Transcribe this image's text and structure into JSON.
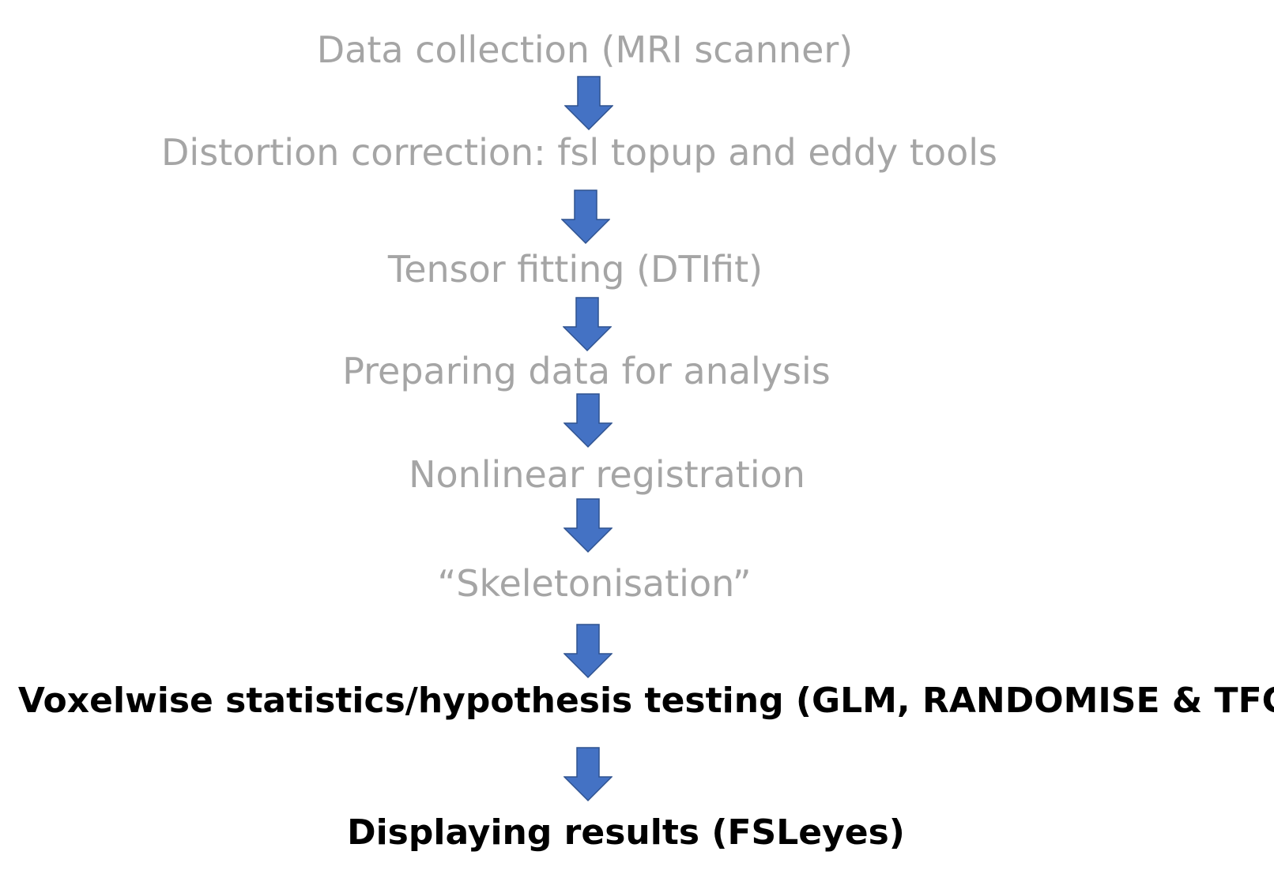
{
  "pipeline": {
    "arrow_color": "#4472c4",
    "arrow_stroke": "#2f528f",
    "steps": [
      {
        "label": "Data collection (MRI scanner)",
        "state": "dim"
      },
      {
        "label": "Distortion correction: fsl topup and eddy tools",
        "state": "dim"
      },
      {
        "label": "Tensor fitting (DTIfit)",
        "state": "dim"
      },
      {
        "label": "Preparing data for analysis",
        "state": "dim"
      },
      {
        "label": "Nonlinear registration",
        "state": "dim"
      },
      {
        "label": "“Skeletonisation”",
        "state": "dim"
      },
      {
        "label": "Voxelwise statistics/hypothesis testing (GLM, RANDOMISE & TFCE)",
        "state": "active"
      },
      {
        "label": "Displaying results (FSLeyes)",
        "state": "active"
      }
    ]
  }
}
